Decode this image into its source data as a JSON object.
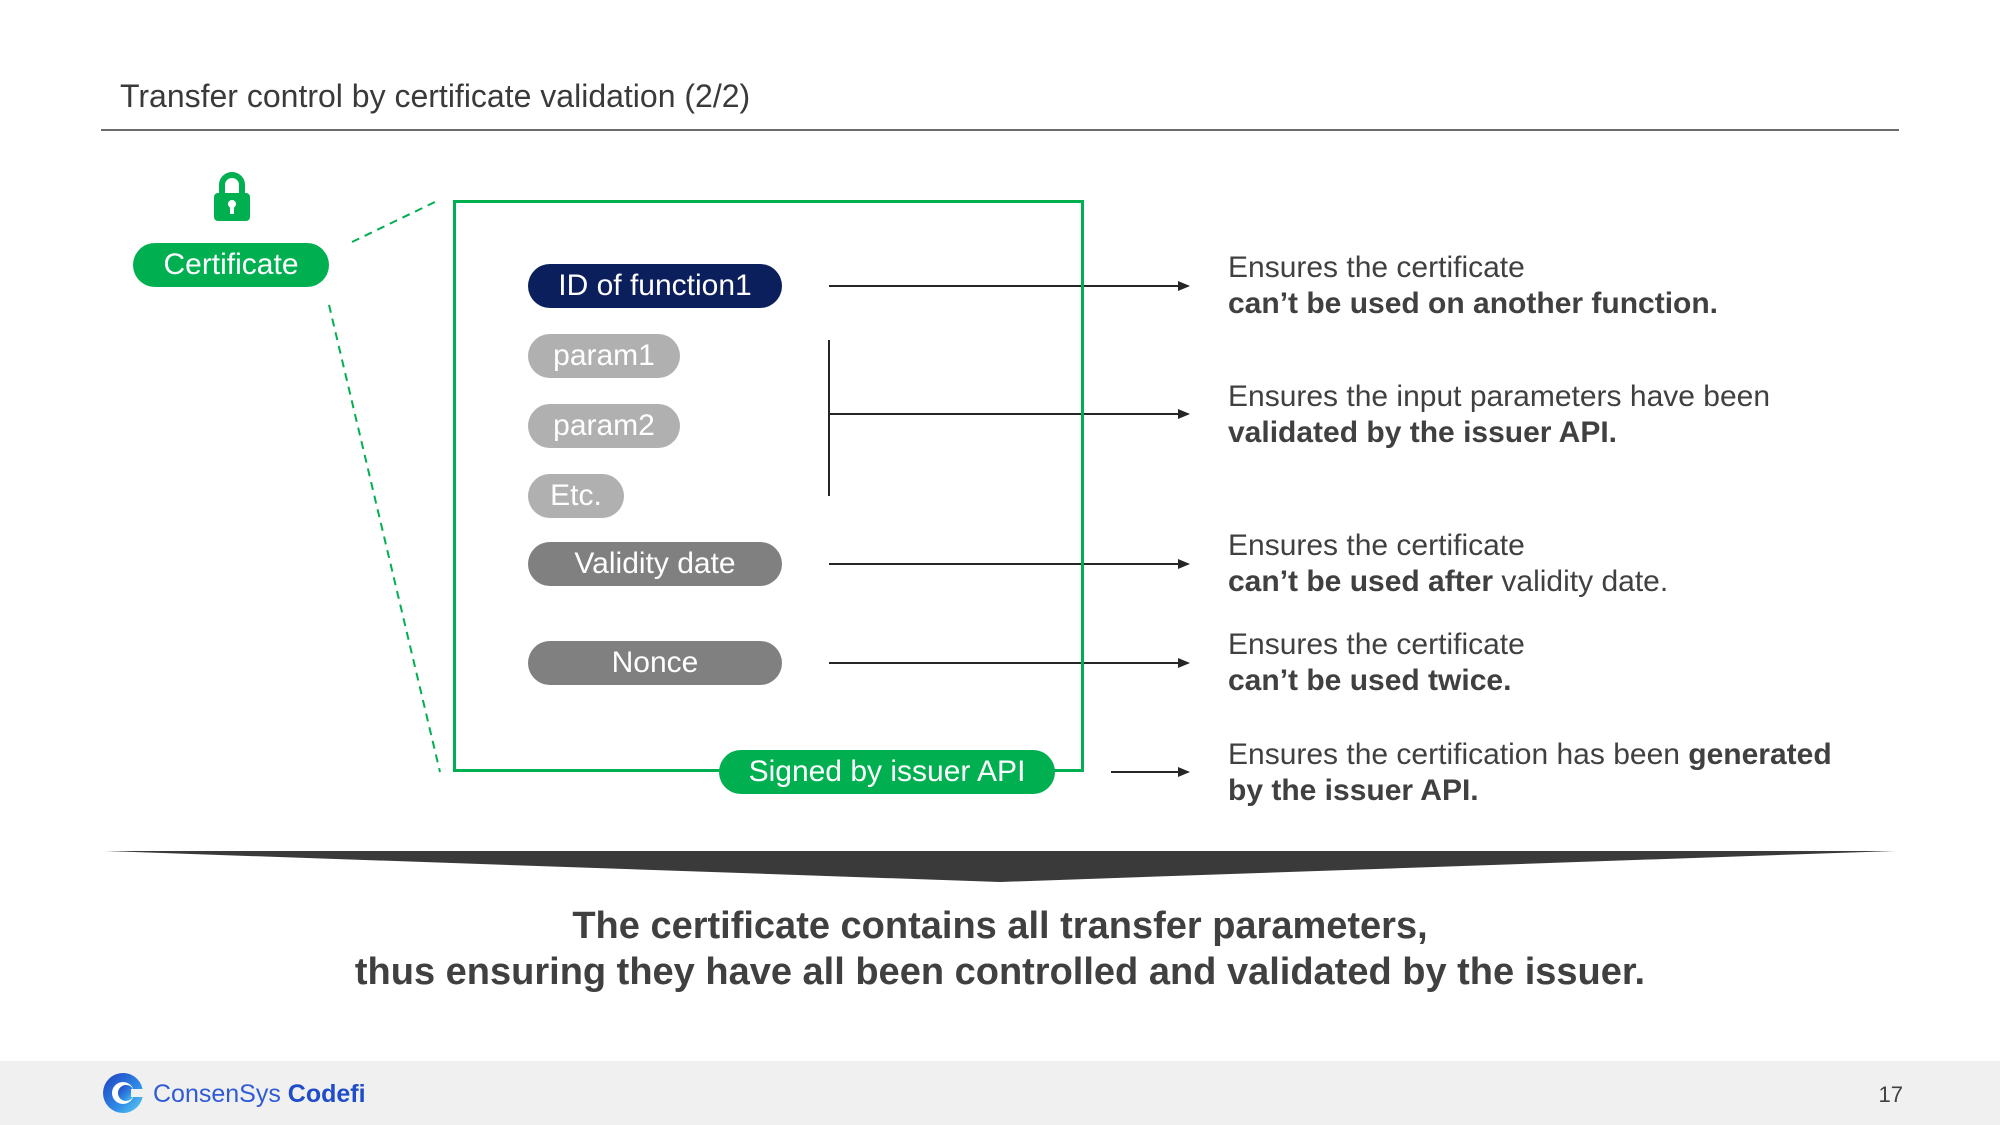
{
  "slide": {
    "title": "Transfer control by certificate validation (2/2)",
    "page_number": "17"
  },
  "colors": {
    "accent_green": "#00b050",
    "navy": "#0b1f5c",
    "param_gray": "#b0b0b0",
    "field_gray": "#808080",
    "text": "#404040",
    "brand_blue": "#2f5bd6"
  },
  "diagram": {
    "certificate_label": "Certificate",
    "lock_icon": "lock-icon",
    "fields": {
      "function_id": "ID of function1",
      "param1": "param1",
      "param2": "param2",
      "etc": "Etc.",
      "validity": "Validity date",
      "nonce": "Nonce",
      "signature": "Signed by issuer API"
    },
    "notes": [
      {
        "line1": "Ensures the certificate",
        "bold": "can’t be used on another function.",
        "rest": ""
      },
      {
        "line1": "Ensures the input parameters have been",
        "bold": "validated by the issuer API.",
        "rest": ""
      },
      {
        "line1": "Ensures the certificate",
        "bold": "can’t be used after",
        "rest": " validity date."
      },
      {
        "line1": "Ensures the certificate",
        "bold": "can’t be used twice.",
        "rest": ""
      },
      {
        "line1_plain": "Ensures the certification has been ",
        "line1_bold": "generated",
        "bold": "by the issuer API.",
        "rest": ""
      }
    ]
  },
  "conclusion": {
    "line1": "The certificate contains all transfer parameters,",
    "line2": "thus ensuring they have all been controlled and validated by the issuer."
  },
  "footer": {
    "brand_prefix": "ConsenSys ",
    "brand_name": "Codefi",
    "logo_icon": "codefi-logo-icon"
  }
}
